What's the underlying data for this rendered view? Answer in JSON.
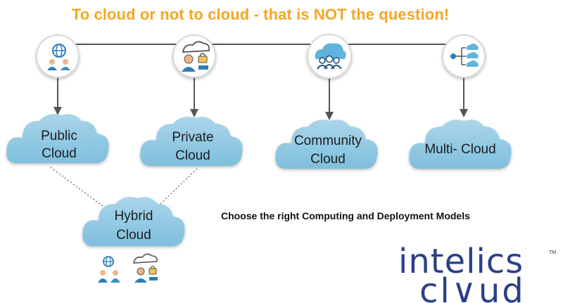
{
  "title": "To cloud or not to cloud - that is NOT the question!",
  "subtitle": "Choose the  right Computing and Deployment Models",
  "colors": {
    "title": "#f5a623",
    "cloud_fill": "#8fc8e2",
    "cloud_fill_light": "#b7ddef",
    "icon_circle_border": "#5aa9d6",
    "brand": "#2c3f88",
    "arrow": "#555555"
  },
  "models": [
    {
      "id": "public",
      "lines": [
        "Public",
        "Cloud"
      ],
      "icon": "cloud-network-users-icon"
    },
    {
      "id": "private",
      "lines": [
        "Private",
        "Cloud"
      ],
      "icon": "user-cloud-lock-icon"
    },
    {
      "id": "community",
      "lines": [
        "Community",
        "Cloud"
      ],
      "icon": "cloud-group-icon"
    },
    {
      "id": "multi",
      "lines": [
        "Multi- Cloud"
      ],
      "icon": "cloud-split-icon"
    },
    {
      "id": "hybrid",
      "lines": [
        "Hybrid",
        "Cloud"
      ],
      "icon": "hybrid-icons"
    }
  ],
  "brand": {
    "line1": "intelics",
    "line2": "cl∨ud",
    "tm": "TM"
  }
}
